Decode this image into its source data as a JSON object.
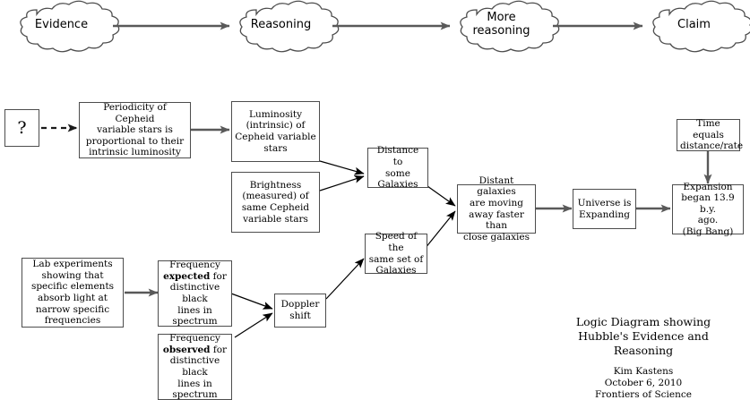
{
  "diagram": {
    "title": "Logic Diagram showing Hubble's Evidence and Reasoning",
    "caption": {
      "title_line1": "Logic Diagram showing",
      "title_line2": "Hubble's Evidence and",
      "title_line3": "Reasoning",
      "author": "Kim Kastens",
      "date": "October 6, 2010",
      "course": "Frontiers of Science"
    },
    "colors": {
      "background": "#ffffff",
      "box_border": "#4d4d4d",
      "arrow": "#595959",
      "thin_arrow": "#000000",
      "text": "#000000"
    }
  },
  "top_row": {
    "clouds": [
      {
        "id": "evidence",
        "label": "Evidence"
      },
      {
        "id": "reasoning",
        "label": "Reasoning"
      },
      {
        "id": "more-reasoning",
        "label": "More\nreasoning",
        "line1": "More",
        "line2": "reasoning"
      },
      {
        "id": "claim",
        "label": "Claim"
      }
    ],
    "arrows": [
      {
        "from": "evidence",
        "to": "reasoning"
      },
      {
        "from": "reasoning",
        "to": "more-reasoning"
      },
      {
        "from": "more-reasoning",
        "to": "claim"
      }
    ]
  },
  "nodes": [
    {
      "id": "question",
      "label": "?",
      "lines": [
        "?"
      ]
    },
    {
      "id": "periodicity-cepheid",
      "label": "Periodicity of Cepheid variable stars is proportional to their intrinsic luminosity",
      "lines": [
        "Periodicity of Cepheid",
        "variable stars is",
        "proportional to their",
        "intrinsic luminosity"
      ]
    },
    {
      "id": "luminosity-intrinsic",
      "label": "Luminosity (intrinsic) of Cepheid variable stars",
      "lines": [
        "Luminosity",
        "(intrinsic)  of",
        "Cepheid variable",
        "stars"
      ]
    },
    {
      "id": "brightness-measured",
      "label": "Brightness (measured) of same Cepheid variable stars",
      "lines": [
        "Brightness",
        "(measured) of",
        "same Cepheid",
        "variable stars"
      ]
    },
    {
      "id": "distance-to-galaxies",
      "label": "Distance to some Galaxies",
      "lines": [
        "Distance to",
        "some",
        "Galaxies"
      ]
    },
    {
      "id": "speed-of-galaxies",
      "label": "Speed of the same set of Galaxies",
      "lines": [
        "Speed of  the",
        "same set of",
        "Galaxies"
      ]
    },
    {
      "id": "distant-galaxies-moving",
      "label": "Distant galaxies are moving away faster than close galaxies",
      "lines": [
        "Distant galaxies",
        "are moving",
        "away faster than",
        "close galaxies"
      ]
    },
    {
      "id": "universe-expanding",
      "label": "Universe is Expanding",
      "lines": [
        "Universe is",
        "Expanding"
      ]
    },
    {
      "id": "time-equals",
      "label": "Time equals distance/rate",
      "lines": [
        "Time equals",
        "distance/rate"
      ]
    },
    {
      "id": "expansion-big-bang",
      "label": "Expansion began 13.9 b.y. ago. (Big Bang)",
      "lines": [
        "Expansion",
        "began 13.9 b.y.",
        "ago.",
        "(Big Bang)"
      ]
    },
    {
      "id": "lab-experiments",
      "label": "Lab experiments showing that specific elements absorb light at narrow specific frequencies",
      "lines": [
        "Lab experiments",
        "showing that",
        "specific elements",
        "absorb light at",
        "narrow specific",
        "frequencies"
      ]
    },
    {
      "id": "frequency-expected",
      "label": "Frequency expected for distinctive black lines in spectrum",
      "lines": [
        "Frequency",
        "expected for",
        "distinctive black",
        "lines in",
        "spectrum"
      ],
      "emphasis": "expected"
    },
    {
      "id": "frequency-observed",
      "label": "Frequency observed for distinctive black lines in spectrum",
      "lines": [
        "Frequency",
        "observed for",
        "distinctive black",
        "lines in",
        "spectrum"
      ],
      "emphasis": "observed"
    },
    {
      "id": "doppler-shift",
      "label": "Doppler shift",
      "lines": [
        "Doppler",
        "shift"
      ]
    }
  ],
  "edges": [
    {
      "from": "question",
      "to": "periodicity-cepheid",
      "style": "dashed"
    },
    {
      "from": "periodicity-cepheid",
      "to": "luminosity-intrinsic",
      "style": "solid-thick"
    },
    {
      "from": "luminosity-intrinsic",
      "to": "distance-to-galaxies",
      "style": "solid-thin"
    },
    {
      "from": "brightness-measured",
      "to": "distance-to-galaxies",
      "style": "solid-thin"
    },
    {
      "from": "distance-to-galaxies",
      "to": "distant-galaxies-moving",
      "style": "solid-thin"
    },
    {
      "from": "speed-of-galaxies",
      "to": "distant-galaxies-moving",
      "style": "solid-thin"
    },
    {
      "from": "distant-galaxies-moving",
      "to": "universe-expanding",
      "style": "solid-thick"
    },
    {
      "from": "universe-expanding",
      "to": "expansion-big-bang",
      "style": "solid-thick"
    },
    {
      "from": "time-equals",
      "to": "expansion-big-bang",
      "style": "solid-thick"
    },
    {
      "from": "lab-experiments",
      "to": "frequency-expected",
      "style": "solid-thick"
    },
    {
      "from": "frequency-expected",
      "to": "doppler-shift",
      "style": "solid-thin"
    },
    {
      "from": "frequency-observed",
      "to": "doppler-shift",
      "style": "solid-thin"
    },
    {
      "from": "doppler-shift",
      "to": "speed-of-galaxies",
      "style": "solid-thin"
    }
  ]
}
